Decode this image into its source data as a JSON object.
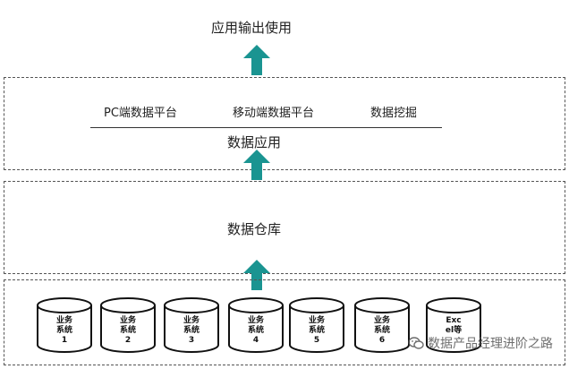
{
  "output_label": "应用输出使用",
  "app_layer": {
    "items": [
      "PC端数据平台",
      "移动端数据平台",
      "数据挖掘"
    ],
    "title": "数据应用"
  },
  "warehouse_layer": {
    "title": "数据仓库"
  },
  "sources": [
    {
      "lines": [
        "业务",
        "系统",
        "1"
      ]
    },
    {
      "lines": [
        "业务",
        "系统",
        "2"
      ]
    },
    {
      "lines": [
        "业务",
        "系统",
        "3"
      ]
    },
    {
      "lines": [
        "业务",
        "系统",
        "4"
      ]
    },
    {
      "lines": [
        "业务",
        "系统",
        "5"
      ]
    },
    {
      "lines": [
        "业务",
        "系统",
        "6"
      ]
    },
    {
      "lines": [
        "Exc",
        "el等",
        ""
      ]
    }
  ],
  "watermark": {
    "text": "数据产品经理进阶之路",
    "icon": "wechat-icon"
  },
  "colors": {
    "arrow": "#1a9491",
    "border": "#555555"
  }
}
